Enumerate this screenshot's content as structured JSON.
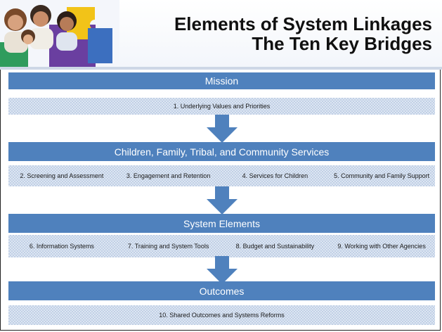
{
  "title": {
    "line1": "Elements of System Linkages",
    "line2": "The Ten Key Bridges"
  },
  "sections": [
    {
      "heading": "Mission",
      "items": [
        "1. Underlying Values and Priorities"
      ]
    },
    {
      "heading": "Children, Family, Tribal, and Community Services",
      "items": [
        "2.  Screening and Assessment",
        "3.  Engagement and Retention",
        "4.  Services for Children",
        "5.  Community and Family Support"
      ]
    },
    {
      "heading": "System Elements",
      "items": [
        "6. Information Systems",
        "7. Training and System Tools",
        "8. Budget and Sustainability",
        "9. Working with Other Agencies"
      ]
    },
    {
      "heading": "Outcomes",
      "items": [
        "10. Shared Outcomes and Systems Reforms"
      ]
    }
  ],
  "colors": {
    "section_bar": "#4f81bd",
    "item_row": "#dde6f2",
    "arrow": "#4f81bd"
  },
  "icons": {
    "header_image": "people-puzzle-photo",
    "connector": "down-arrow-icon"
  }
}
